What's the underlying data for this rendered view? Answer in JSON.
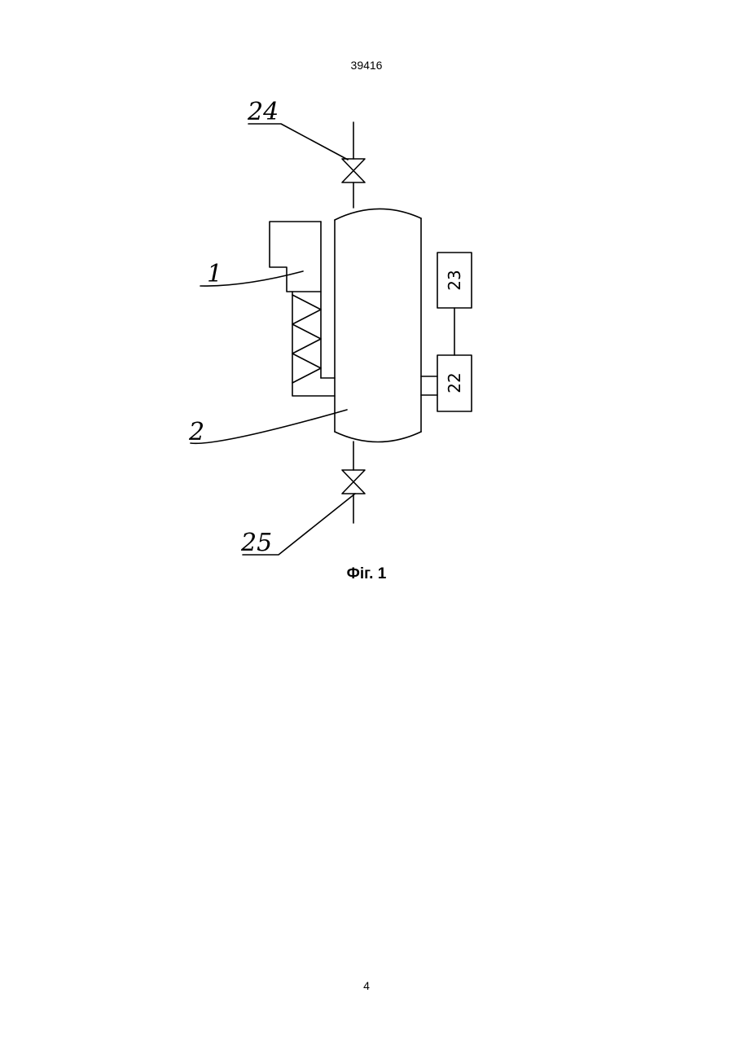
{
  "header": {
    "document_number": "39416"
  },
  "figure": {
    "caption": "Фіг. 1",
    "labels": {
      "heater": "1",
      "vessel": "2",
      "unit_22": "22",
      "unit_23": "23",
      "valve_top": "24",
      "valve_bottom": "25"
    }
  },
  "footer": {
    "page_number": "4"
  }
}
